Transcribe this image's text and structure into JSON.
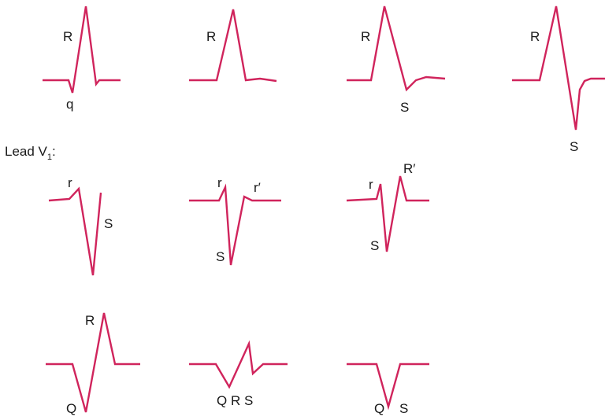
{
  "colors": {
    "waveform": "#d0245c",
    "text": "#1a1a1a"
  },
  "lead_label": {
    "text": "Lead V",
    "subscript": "1",
    "suffix": ":"
  },
  "complexes": {
    "top_1": {
      "label_a": "R",
      "label_b": "q"
    },
    "top_2": {
      "label_a": "R"
    },
    "top_3": {
      "label_a": "R",
      "label_b": "S"
    },
    "top_4": {
      "label_a": "R",
      "label_b": "S"
    },
    "mid_1": {
      "label_a": "r",
      "label_b": "S"
    },
    "mid_2": {
      "label_a": "r",
      "label_b": "r′",
      "label_c": "S"
    },
    "mid_3": {
      "label_a": "r",
      "label_b": "R′",
      "label_c": "S"
    },
    "bot_1": {
      "label_a": "R",
      "label_b": "Q"
    },
    "bot_2": {
      "label_a": "Q R S"
    },
    "bot_3": {
      "label_a": "Q",
      "label_b": "S"
    }
  }
}
